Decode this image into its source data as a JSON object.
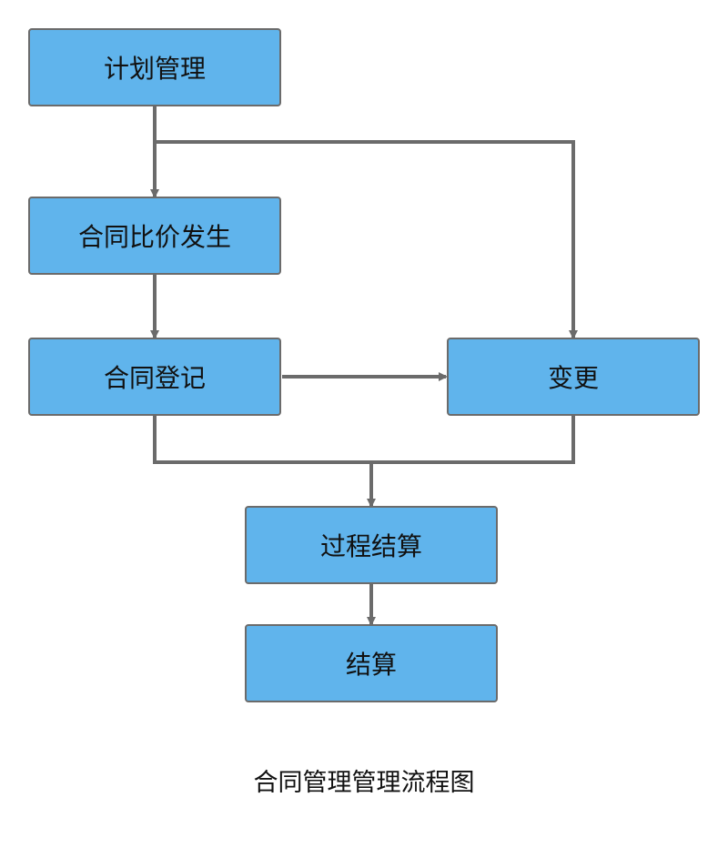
{
  "diagram": {
    "nodes": {
      "plan_management": {
        "label": "计划管理"
      },
      "contract_price_comparison": {
        "label": "合同比价发生"
      },
      "contract_registration": {
        "label": "合同登记"
      },
      "change": {
        "label": "变更"
      },
      "process_settlement": {
        "label": "过程结算"
      },
      "settlement": {
        "label": "结算"
      }
    },
    "edges": [
      {
        "from": "plan_management",
        "to": "contract_price_comparison"
      },
      {
        "from": "plan_management",
        "to": "change"
      },
      {
        "from": "contract_price_comparison",
        "to": "contract_registration"
      },
      {
        "from": "contract_registration",
        "to": "change"
      },
      {
        "from": "contract_registration",
        "to": "process_settlement"
      },
      {
        "from": "change",
        "to": "process_settlement"
      },
      {
        "from": "process_settlement",
        "to": "settlement"
      }
    ],
    "caption": "合同管理管理流程图"
  },
  "colors": {
    "node_fill": "#60b4ec",
    "node_border": "#6b6b6b",
    "connector": "#6b6b6b",
    "text": "#111111",
    "background": "#ffffff"
  }
}
